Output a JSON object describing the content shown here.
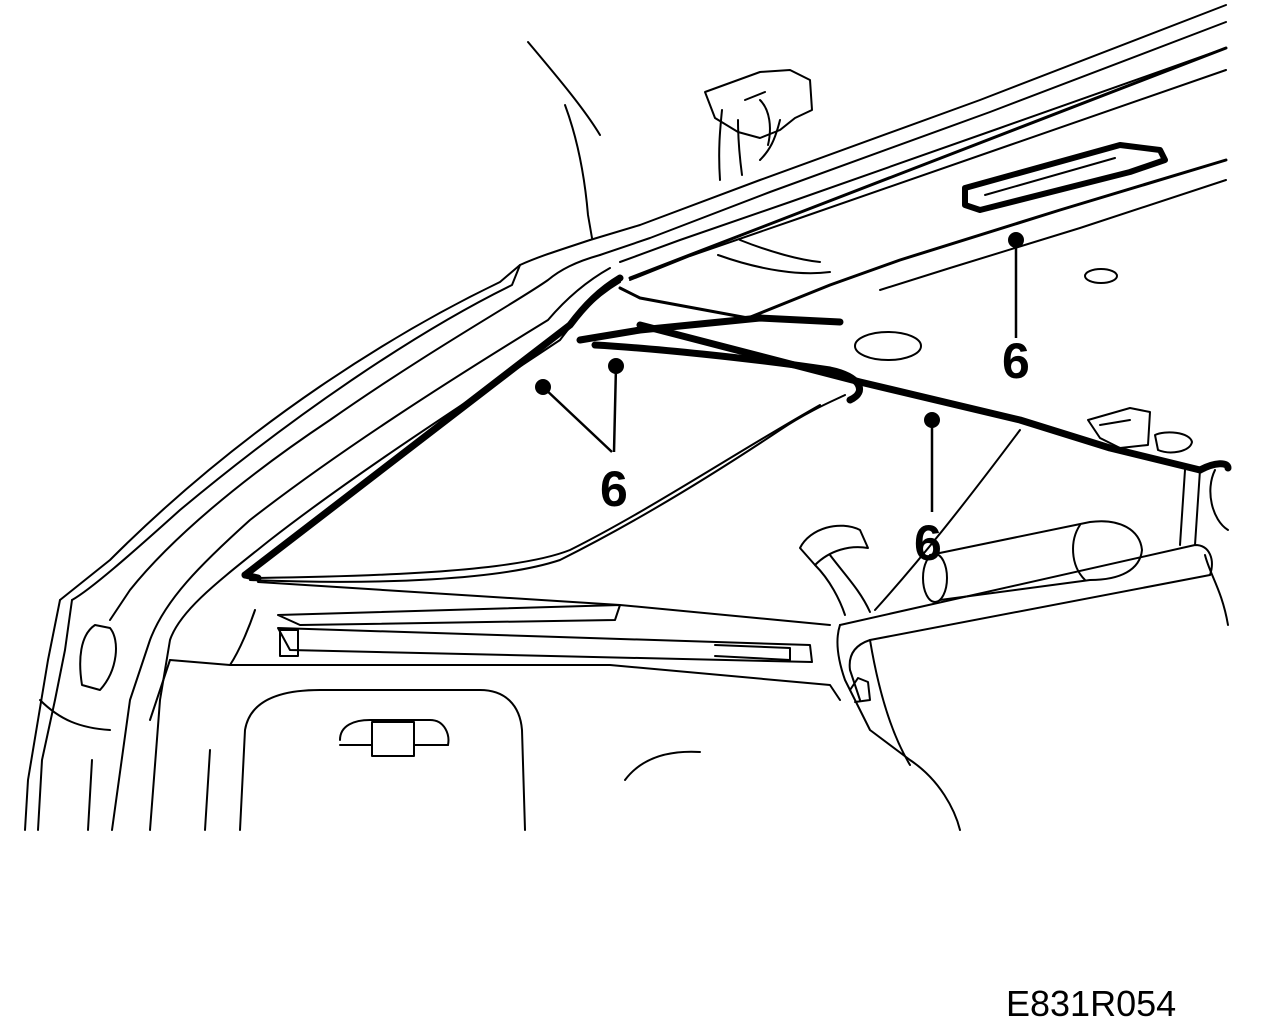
{
  "callouts": [
    {
      "id": "roof",
      "label": "6"
    },
    {
      "id": "pillar",
      "label": "6"
    },
    {
      "id": "rear",
      "label": "6"
    }
  ],
  "figure_reference": "E831R054"
}
